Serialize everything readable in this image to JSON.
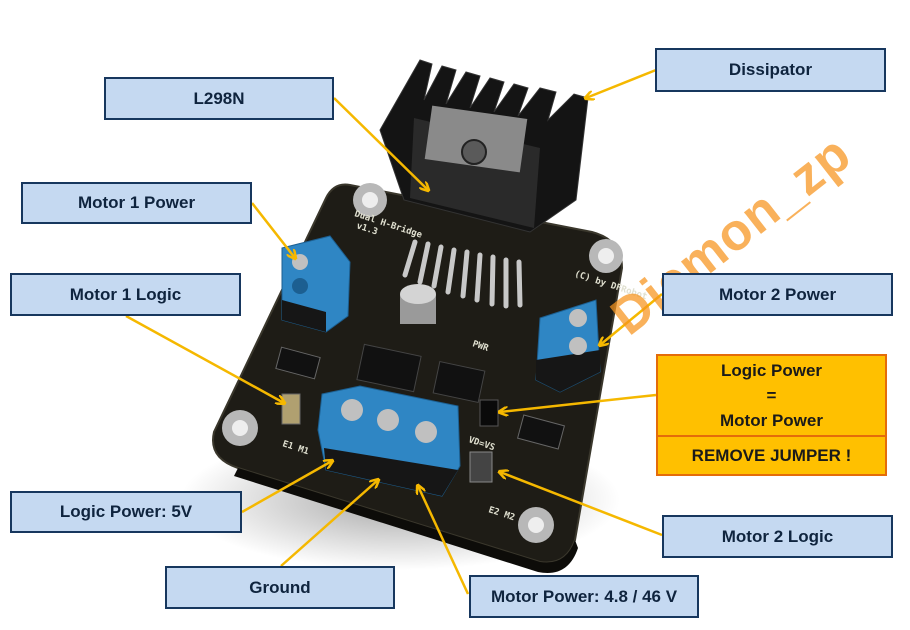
{
  "title": "L298N Dual H-Bridge motor driver board — annotated",
  "colors": {
    "label_fill": "#c5d9f1",
    "label_border": "#17375e",
    "warning_fill": "#ffc000",
    "warning_border": "#e46c0a",
    "leader_line": "#f5b800",
    "pcb": "#1e1c16",
    "terminal_block": "#2f86c4",
    "heatsink": "#141414"
  },
  "labels": {
    "l298n": "L298N",
    "dissipator": "Dissipator",
    "motor1_power": "Motor 1 Power",
    "motor1_logic": "Motor 1 Logic",
    "motor2_power": "Motor 2 Power",
    "logic_power_5v": "Logic Power: 5V",
    "ground": "Ground",
    "motor_power": "Motor Power: 4.8 / 46 V",
    "motor2_logic": "Motor 2 Logic"
  },
  "warning": {
    "line1": "Logic Power",
    "line2": "=",
    "line3": "Motor Power",
    "action": "REMOVE JUMPER !"
  },
  "board_silkscreen": {
    "name": "Dual H-Bridge",
    "version": "v1.3",
    "copyright": "(C) by DFRobot",
    "pwr": "PWR",
    "vd_vs": "VD=VS",
    "e1_m1": "E1 M1",
    "e2_m2": "E2 M2"
  },
  "watermark": "Diemon_zp"
}
